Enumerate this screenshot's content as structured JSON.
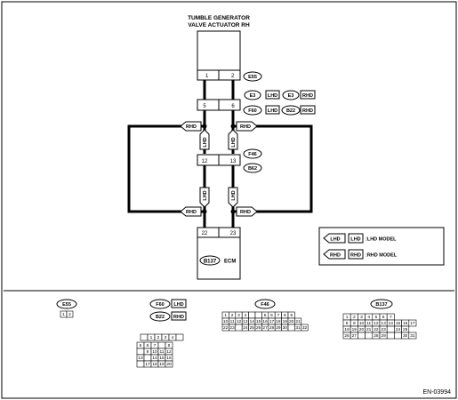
{
  "component_title_line1": "TUMBLE GENERATOR",
  "component_title_line2": "VALVE ACTUATOR RH",
  "ecm_label": "ECM",
  "pins": {
    "p1": "1",
    "p2": "2",
    "p5": "5",
    "p6": "6",
    "p12": "12",
    "p13": "13",
    "p22": "22",
    "p23": "23"
  },
  "connectors": {
    "e55": "E55",
    "e3": "E3",
    "f60": "F60",
    "b22": "B22",
    "f46": "F46",
    "b62": "B62",
    "b137": "B137"
  },
  "markers": {
    "lhd": "LHD",
    "rhd": "RHD"
  },
  "legend": {
    "lhd_text": ":LHD MODEL",
    "rhd_text": ":RHD MODEL"
  },
  "connector_views": {
    "e55_pins": [
      "1",
      "2"
    ],
    "f60_top": [
      "1",
      "2",
      "3",
      "4"
    ],
    "f60_rows": [
      [
        "5",
        "6",
        "7",
        "",
        "8"
      ],
      [
        "",
        "9",
        "10",
        "11",
        "12"
      ],
      [
        "13",
        "",
        "14",
        "15",
        "16"
      ],
      [
        "",
        "17",
        "18",
        "19",
        "20"
      ]
    ],
    "f46_rows": [
      [
        "1",
        "2",
        "3",
        "4",
        "",
        "",
        "5",
        "6",
        "7",
        "8",
        "9"
      ],
      [
        "10",
        "11",
        "12",
        "13",
        "14",
        "15",
        "16",
        "17",
        "18",
        "19",
        "20",
        "21"
      ],
      [
        "22",
        "23",
        "",
        "24",
        "25",
        "26",
        "27",
        "28",
        "29",
        "30",
        "",
        "31",
        "32"
      ]
    ],
    "b137_rows": [
      [
        "1",
        "2",
        "3",
        "4",
        "5",
        "6",
        "7"
      ],
      [
        "8",
        "9",
        "10",
        "11",
        "12",
        "13",
        "14",
        "15",
        "16",
        "17"
      ],
      [
        "18",
        "19",
        "20",
        "21",
        "22",
        "23",
        "",
        "24",
        "25"
      ],
      [
        "26",
        "27",
        "",
        "",
        "28",
        "29",
        "",
        "",
        "30",
        "31"
      ]
    ]
  },
  "figure_id": "EN-03994"
}
